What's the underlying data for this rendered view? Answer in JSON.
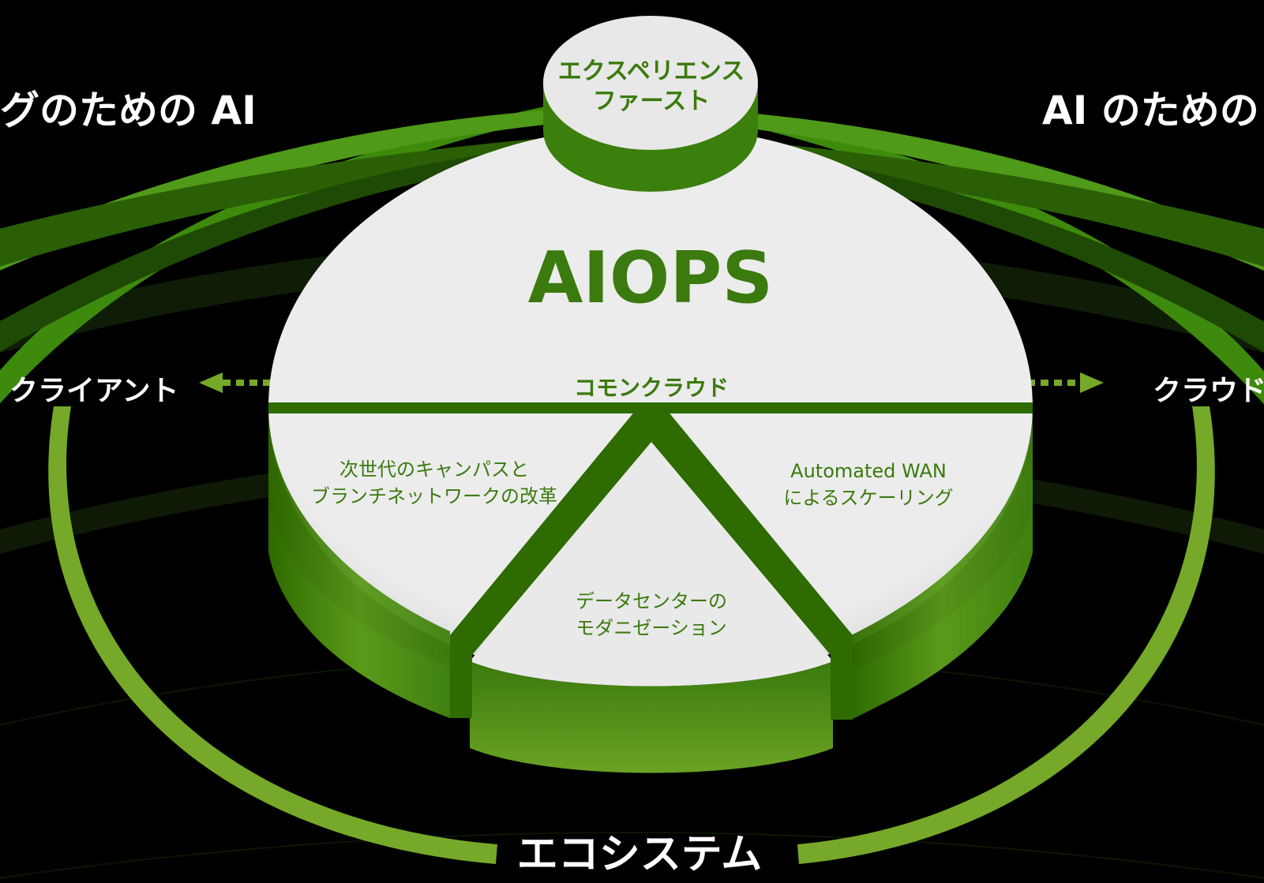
{
  "top_left_heading": "グのための AI",
  "top_right_heading": "AI のための",
  "top_disc_label_line1": "エクスペリエンス",
  "top_disc_label_line2": "ファースト",
  "core_title": "AIOPS",
  "common_cloud": "コモンクラウド",
  "left_endpoint": "クライアント",
  "right_endpoint": "クラウド",
  "bottom_label": "エコシステム",
  "segments": {
    "left_line1": "次世代のキャンパスと",
    "left_line2": "ブランチネットワークの改革",
    "right_line1": "Automated WAN",
    "right_line2": "によるスケーリング",
    "bottom_line1": "データセンターの",
    "bottom_line2": "モダニゼーション"
  },
  "colors": {
    "background": "#000000",
    "green_dark": "#2e6b00",
    "green_mid": "#4a8c12",
    "green_light": "#76a929",
    "disc_surface": "#e6e6e6",
    "text_green": "#3b7a0e",
    "text_white": "#ffffff"
  }
}
